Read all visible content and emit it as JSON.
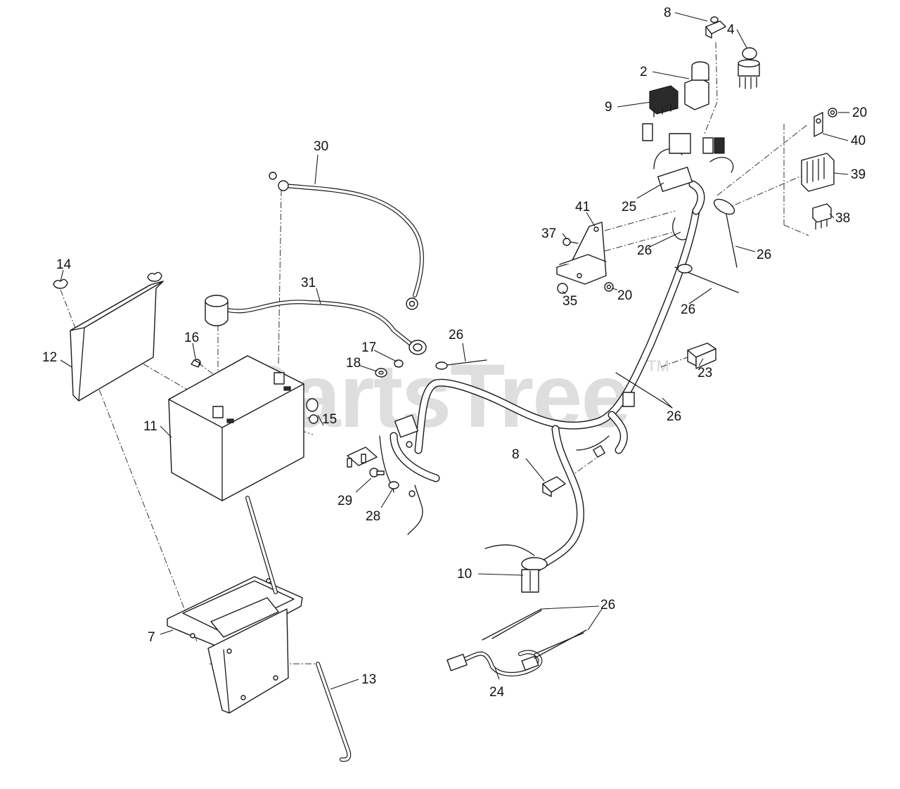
{
  "watermark": {
    "text": "PartsTree",
    "trademark": "TM"
  },
  "callouts": {
    "c2": "2",
    "c4": "4",
    "c7": "7",
    "c8a": "8",
    "c8b": "8",
    "c9": "9",
    "c10": "10",
    "c11": "11",
    "c12": "12",
    "c13": "13",
    "c14": "14",
    "c15": "15",
    "c16": "16",
    "c17": "17",
    "c18": "18",
    "c20a": "20",
    "c20b": "20",
    "c23": "23",
    "c24": "24",
    "c25": "25",
    "c26a": "26",
    "c26b": "26",
    "c26c": "26",
    "c26d": "26",
    "c26e": "26",
    "c26f": "26",
    "c28": "28",
    "c29": "29",
    "c30": "30",
    "c31": "31",
    "c35": "35",
    "c37": "37",
    "c38": "38",
    "c39": "39",
    "c40": "40",
    "c41": "41"
  },
  "colors": {
    "line": "#1a1a1a",
    "watermark": "#c4c4c4",
    "background": "#ffffff"
  }
}
